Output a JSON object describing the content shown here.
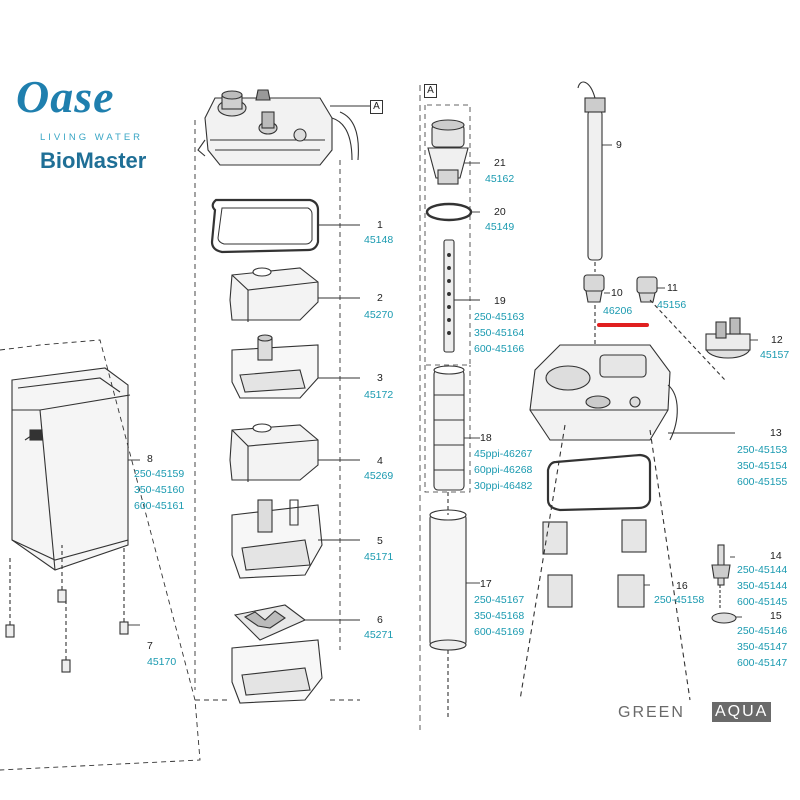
{
  "brand": {
    "name": "Oase",
    "tagline": "LIVING WATER",
    "product": "BioMaster"
  },
  "watermark": {
    "part1": "GREEN",
    "part2": "AQUA"
  },
  "section_tags": [
    "A",
    "A"
  ],
  "parts": [
    {
      "id": "part-1",
      "number": "1",
      "codes": [
        "45148"
      ]
    },
    {
      "id": "part-2",
      "number": "2",
      "codes": [
        "45270"
      ]
    },
    {
      "id": "part-3",
      "number": "3",
      "codes": [
        "45172"
      ]
    },
    {
      "id": "part-4",
      "number": "4",
      "codes": [
        "45269"
      ]
    },
    {
      "id": "part-5",
      "number": "5",
      "codes": [
        "45171"
      ]
    },
    {
      "id": "part-6",
      "number": "6",
      "codes": [
        "45271"
      ]
    },
    {
      "id": "part-7",
      "number": "7",
      "codes": [
        "45170"
      ]
    },
    {
      "id": "part-8",
      "number": "8",
      "codes": [
        "250-45159",
        "350-45160",
        "600-45161"
      ]
    },
    {
      "id": "part-9",
      "number": "9",
      "codes": []
    },
    {
      "id": "part-10",
      "number": "10",
      "codes": [
        "46206"
      ]
    },
    {
      "id": "part-11",
      "number": "11",
      "codes": [
        "45156"
      ]
    },
    {
      "id": "part-12",
      "number": "12",
      "codes": [
        "45157"
      ]
    },
    {
      "id": "part-13",
      "number": "13",
      "codes": [
        "250-45153",
        "350-45154",
        "600-45155"
      ]
    },
    {
      "id": "part-14",
      "number": "14",
      "codes": [
        "250-45144",
        "350-45144",
        "600-45145"
      ]
    },
    {
      "id": "part-15",
      "number": "15",
      "codes": [
        "250-45146",
        "350-45147",
        "600-45147"
      ]
    },
    {
      "id": "part-16",
      "number": "16",
      "codes": [
        "250-45158"
      ]
    },
    {
      "id": "part-17",
      "number": "17",
      "codes": [
        "250-45167",
        "350-45168",
        "600-45169"
      ]
    },
    {
      "id": "part-18",
      "number": "18",
      "codes": [
        "45ppi-46267",
        "60ppi-46268",
        "30ppi-46482"
      ]
    },
    {
      "id": "part-19",
      "number": "19",
      "codes": [
        "250-45163",
        "350-45164",
        "600-45166"
      ]
    },
    {
      "id": "part-20",
      "number": "20",
      "codes": [
        "45149"
      ]
    },
    {
      "id": "part-21",
      "number": "21",
      "codes": [
        "45162"
      ]
    }
  ],
  "colors": {
    "code_text": "#1a9ab0",
    "brand_blue": "#1f7fae",
    "highlight": "#e02020",
    "line": "#333333"
  }
}
